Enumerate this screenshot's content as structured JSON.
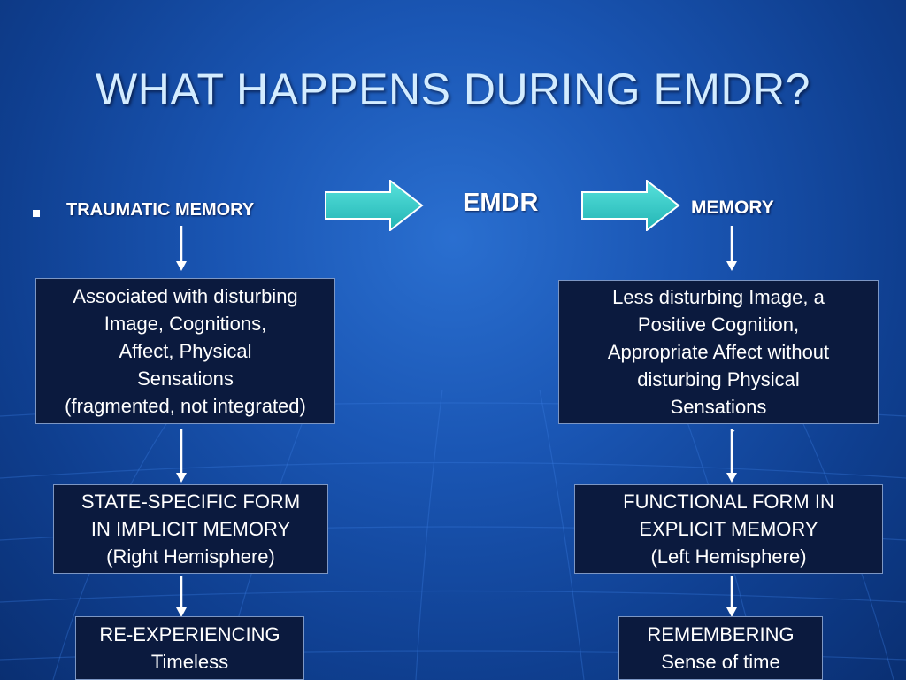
{
  "slide": {
    "title": "WHAT HAPPENS DURING EMDR?"
  },
  "labels": {
    "traumatic_memory": "TRAUMATIC MEMORY",
    "emdr": "EMDR",
    "memory": "MEMORY"
  },
  "left_column": {
    "box1": "Associated with disturbing\nImage, Cognitions,\nAffect, Physical\nSensations\n(fragmented, not integrated)",
    "box2": "STATE-SPECIFIC FORM\nIN IMPLICIT MEMORY\n(Right Hemisphere)",
    "box3": "RE-EXPERIENCING\nTimeless"
  },
  "right_column": {
    "box1": "Less disturbing Image, a\nPositive Cognition,\nAppropriate Affect without\ndisturbing Physical\nSensations",
    "box2": "FUNCTIONAL FORM IN\nEXPLICIT MEMORY\n(Left Hemisphere)",
    "box3": "REMEMBERING\nSense of time"
  },
  "colors": {
    "background": "#1a56b4",
    "title": "#d3ecff",
    "block_arrow_fill": "#33ccc8",
    "box_fill": "#0b1a3e",
    "connector": "#ffffff"
  }
}
